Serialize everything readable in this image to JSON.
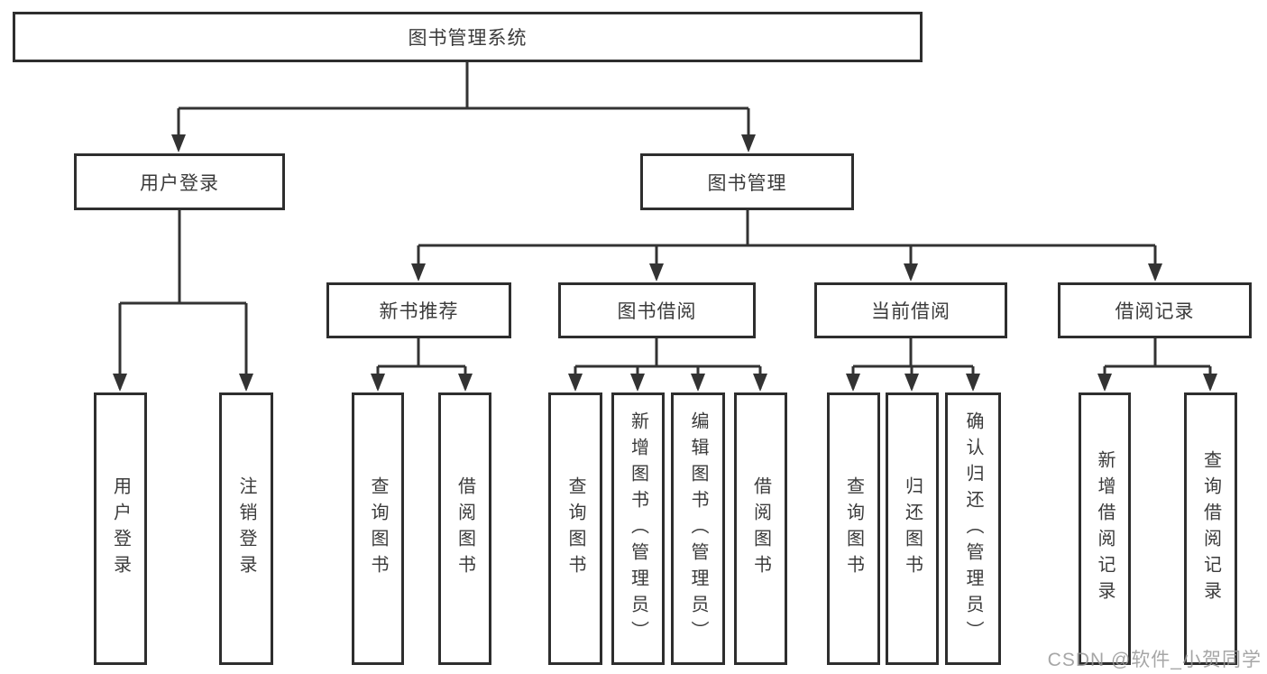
{
  "page": {
    "background_color": "#ffffff",
    "line_color": "#333333",
    "box_border_color": "#2e2e2e",
    "text_color": "#3b3b3b",
    "watermark_color": "#969696"
  },
  "diagram": {
    "root": {
      "label": "图书管理系统"
    },
    "level2": {
      "user_login": {
        "label": "用户登录"
      },
      "book_management": {
        "label": "图书管理"
      }
    },
    "level3": {
      "new_book_recommend": {
        "label": "新书推荐"
      },
      "book_borrow": {
        "label": "图书借阅"
      },
      "current_borrow": {
        "label": "当前借阅"
      },
      "borrow_records": {
        "label": "借阅记录"
      }
    },
    "leaves": {
      "user_login": [
        "用户登录",
        "注销登录"
      ],
      "new_book_recommend": [
        "查询图书",
        "借阅图书"
      ],
      "book_borrow": [
        "查询图书",
        "新增图书（管理员）",
        "编辑图书（管理员）",
        "借阅图书"
      ],
      "current_borrow": [
        "查询图书",
        "归还图书",
        "确认归还（管理员）"
      ],
      "borrow_records": [
        "新增借阅记录",
        "查询借阅记录"
      ]
    }
  },
  "watermark": {
    "text": "CSDN @软件_小贺同学"
  }
}
